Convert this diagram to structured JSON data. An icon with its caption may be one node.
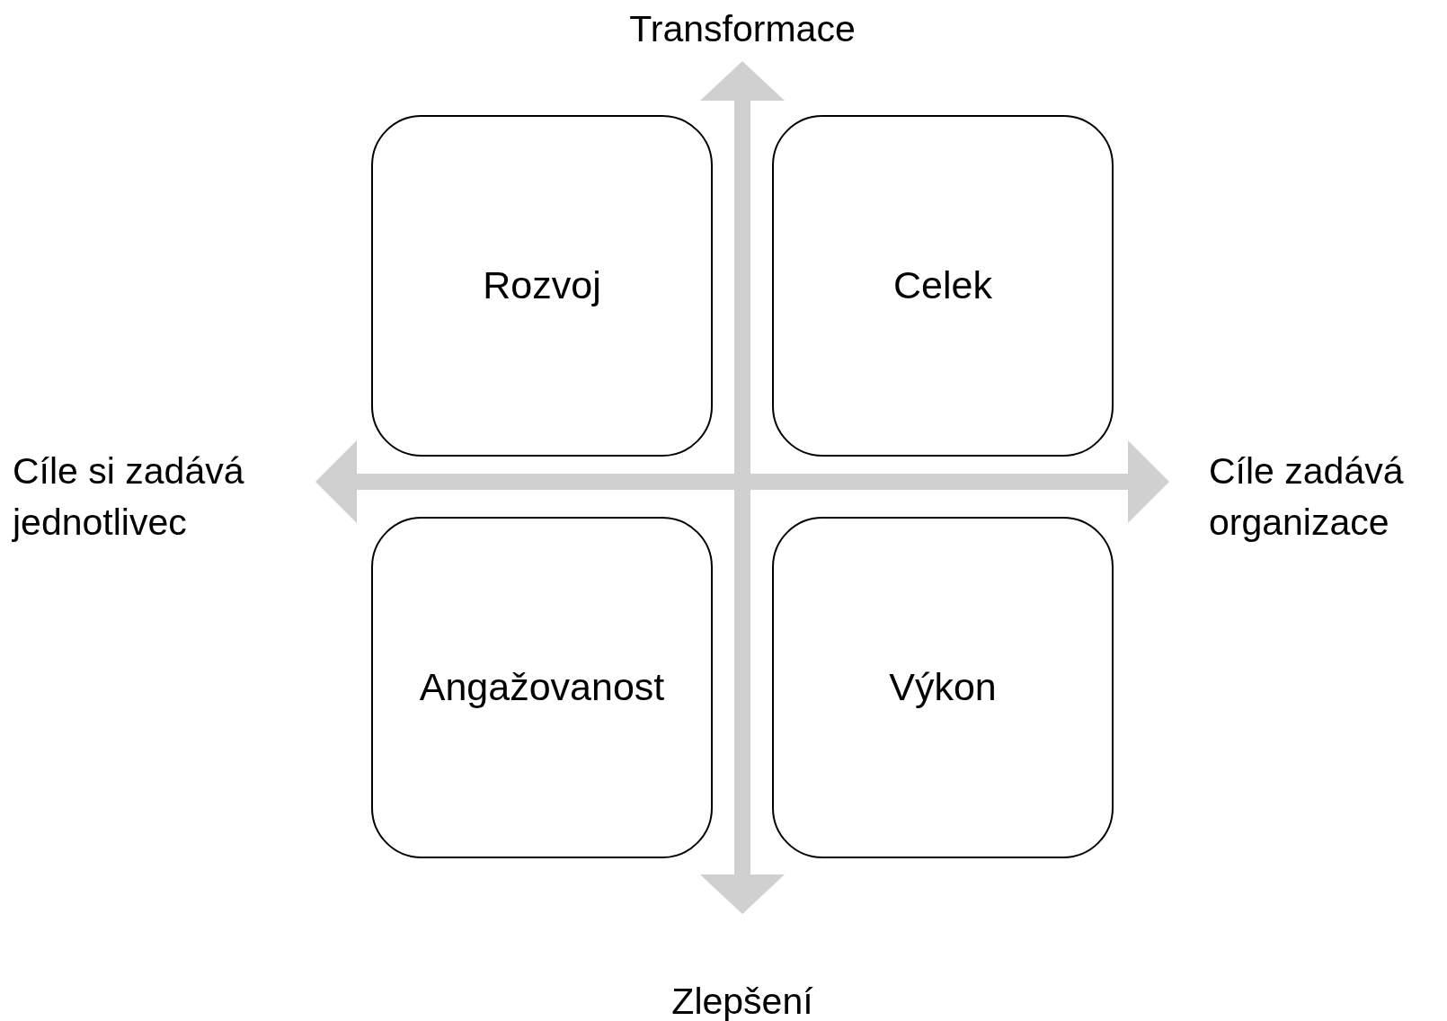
{
  "diagram": {
    "nodes": [
      {
        "text": [
          "Rozvoj"
        ]
      },
      {
        "text": [
          "Celek"
        ]
      },
      {
        "text": [
          "Angažovanost"
        ]
      },
      {
        "text": [
          "Výkon"
        ]
      }
    ],
    "labels": [
      "Transformace",
      "Cíle si zadává jednotlivec",
      "Cíle zadává organizace",
      "Zlepšení"
    ]
  }
}
